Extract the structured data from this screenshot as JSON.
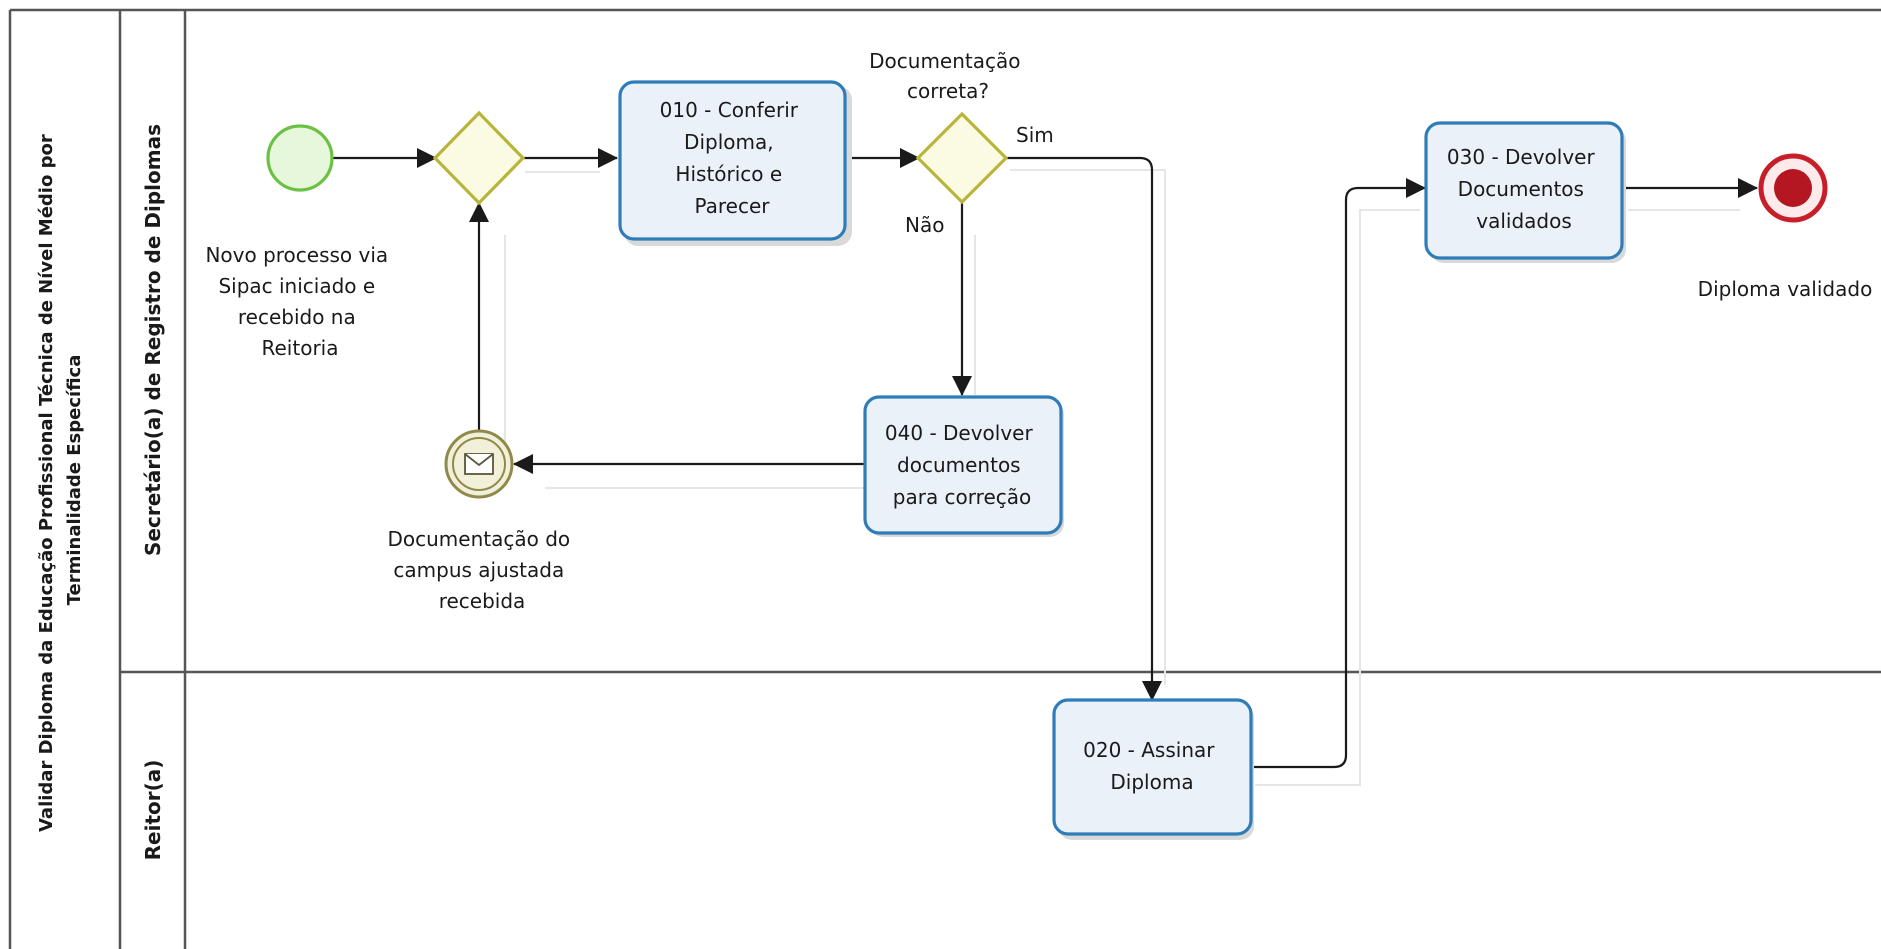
{
  "pool": {
    "title_line1": "Validar Diploma da Educação Profissional Técnica de Nível Médio por",
    "title_line2": "Terminalidade Específica"
  },
  "lanes": [
    {
      "title": "Secretário(a) de Registro de Diplomas"
    },
    {
      "title": "Reitor(a)"
    }
  ],
  "events": {
    "start": {
      "lines": [
        "Novo processo via",
        "Sipac iniciado e",
        "recebido na",
        "Reitoria"
      ]
    },
    "message": {
      "lines": [
        "Documentação do",
        "campus ajustada",
        "recebida"
      ]
    },
    "end": {
      "label": "Diploma validado"
    }
  },
  "gateways": {
    "decision": {
      "lines": [
        "Documentação",
        "correta?"
      ],
      "yes_label": "Sim",
      "no_label": "Não"
    }
  },
  "tasks": {
    "t010": {
      "lines": [
        "010 - Conferir",
        "Diploma,",
        "Histórico e",
        "Parecer"
      ]
    },
    "t020": {
      "lines": [
        "020 - Assinar",
        "Diploma"
      ]
    },
    "t030": {
      "lines": [
        "030 - Devolver",
        "Documentos",
        "validados"
      ]
    },
    "t040": {
      "lines": [
        "040 - Devolver",
        "documentos",
        "para correção"
      ]
    }
  },
  "colors": {
    "task_stroke": "#2e7db8",
    "task_fill": "#eaf1f9",
    "gateway_stroke": "#b8b53a",
    "start_stroke": "#6bc144",
    "end_stroke": "#c71f2a",
    "message_stroke": "#8f8a4c"
  }
}
